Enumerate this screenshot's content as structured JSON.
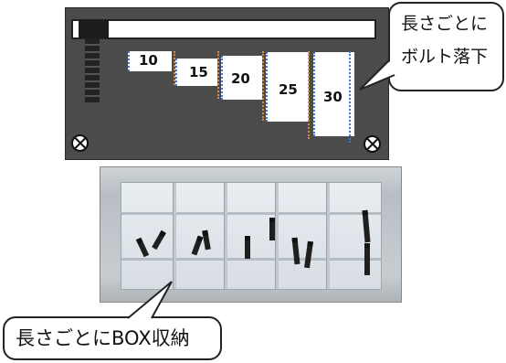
{
  "diagram": {
    "size_labels": [
      "10",
      "15",
      "20",
      "25",
      "30"
    ],
    "callout_top": {
      "line1": "長さごとに",
      "line2": "ボルト落下"
    },
    "callout_bottom": {
      "text": "長さごとにBOX収納"
    }
  }
}
